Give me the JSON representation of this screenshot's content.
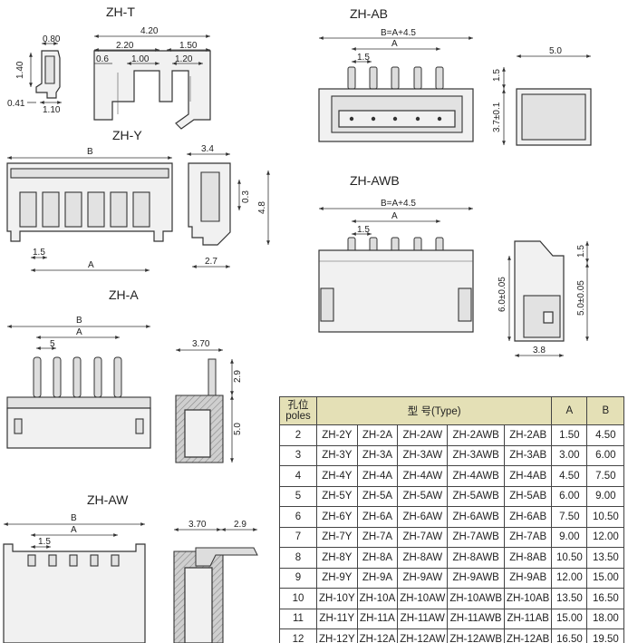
{
  "titles": {
    "zh_t": "ZH-T",
    "zh_y": "ZH-Y",
    "zh_a": "ZH-A",
    "zh_aw": "ZH-AW",
    "zh_ab": "ZH-AB",
    "zh_awb": "ZH-AWB"
  },
  "dims": {
    "zh_t": {
      "w420": "4.20",
      "w080": "0.80",
      "w220": "2.20",
      "w150": "1.50",
      "w06": "0.6",
      "w100": "1.00",
      "w120": "1.20",
      "h140": "1.40",
      "w041": "0.41",
      "w110": "1.10"
    },
    "zh_y": {
      "b": "B",
      "p15": "1.5",
      "a": "A",
      "w34": "3.4",
      "h03": "0.3",
      "h48": "4.8",
      "w27": "2.7"
    },
    "zh_a": {
      "b": "B",
      "p5": "5",
      "a": "A",
      "w370": "3.70",
      "h29": "2.9",
      "h50": "5.0"
    },
    "zh_aw": {
      "b": "B",
      "a": "A",
      "p15": "1.5",
      "w370": "3.70",
      "w29": "2.9"
    },
    "zh_ab": {
      "ba": "B=A+4.5",
      "a": "A",
      "p15": "1.5",
      "w50": "5.0",
      "h15": "1.5",
      "h37": "3.7±0.1"
    },
    "zh_awb": {
      "ba": "B=A+4.5",
      "a": "A",
      "p15": "1.5",
      "h60": "6.0±0.05",
      "h15": "1.5",
      "h50": "5.0±0.05",
      "w38": "3.8"
    }
  },
  "table": {
    "header": {
      "poles_top": "孔位",
      "poles_bottom": "poles",
      "type": "型 号(Type)",
      "a": "A",
      "b": "B"
    },
    "rows": [
      [
        "2",
        "ZH-2Y",
        "ZH-2A",
        "ZH-2AW",
        "ZH-2AWB",
        "ZH-2AB",
        "1.50",
        "4.50"
      ],
      [
        "3",
        "ZH-3Y",
        "ZH-3A",
        "ZH-3AW",
        "ZH-3AWB",
        "ZH-3AB",
        "3.00",
        "6.00"
      ],
      [
        "4",
        "ZH-4Y",
        "ZH-4A",
        "ZH-4AW",
        "ZH-4AWB",
        "ZH-4AB",
        "4.50",
        "7.50"
      ],
      [
        "5",
        "ZH-5Y",
        "ZH-5A",
        "ZH-5AW",
        "ZH-5AWB",
        "ZH-5AB",
        "6.00",
        "9.00"
      ],
      [
        "6",
        "ZH-6Y",
        "ZH-6A",
        "ZH-6AW",
        "ZH-6AWB",
        "ZH-6AB",
        "7.50",
        "10.50"
      ],
      [
        "7",
        "ZH-7Y",
        "ZH-7A",
        "ZH-7AW",
        "ZH-7AWB",
        "ZH-7AB",
        "9.00",
        "12.00"
      ],
      [
        "8",
        "ZH-8Y",
        "ZH-8A",
        "ZH-8AW",
        "ZH-8AWB",
        "ZH-8AB",
        "10.50",
        "13.50"
      ],
      [
        "9",
        "ZH-9Y",
        "ZH-9A",
        "ZH-9AW",
        "ZH-9AWB",
        "ZH-9AB",
        "12.00",
        "15.00"
      ],
      [
        "10",
        "ZH-10Y",
        "ZH-10A",
        "ZH-10AW",
        "ZH-10AWB",
        "ZH-10AB",
        "13.50",
        "16.50"
      ],
      [
        "11",
        "ZH-11Y",
        "ZH-11A",
        "ZH-11AW",
        "ZH-11AWB",
        "ZH-11AB",
        "15.00",
        "18.00"
      ],
      [
        "12",
        "ZH-12Y",
        "ZH-12A",
        "ZH-12AW",
        "ZH-12AWB",
        "ZH-12AB",
        "16.50",
        "19.50"
      ]
    ]
  }
}
